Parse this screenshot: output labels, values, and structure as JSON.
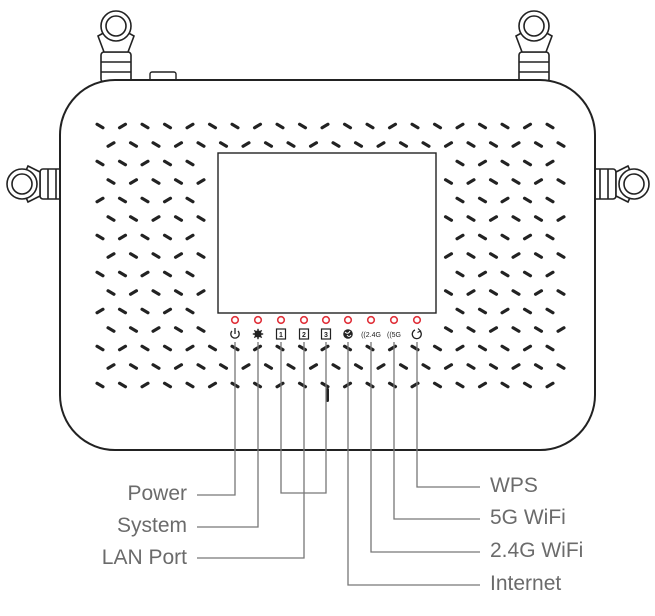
{
  "leds": [
    {
      "id": "power",
      "icon": "power-icon",
      "glyph": "⏻"
    },
    {
      "id": "system",
      "icon": "gear-icon",
      "glyph": "✲"
    },
    {
      "id": "lan1",
      "icon": "lan-port-1-icon",
      "glyph": "1"
    },
    {
      "id": "lan2",
      "icon": "lan-port-2-icon",
      "glyph": "2"
    },
    {
      "id": "lan3",
      "icon": "lan-port-3-icon",
      "glyph": "3"
    },
    {
      "id": "internet",
      "icon": "globe-icon",
      "glyph": ""
    },
    {
      "id": "wifi24",
      "icon": "wifi-2-4g-icon",
      "glyph": "((2.4G"
    },
    {
      "id": "wifi5",
      "icon": "wifi-5g-icon",
      "glyph": "((5G"
    },
    {
      "id": "wps",
      "icon": "wps-icon",
      "glyph": ""
    }
  ],
  "labels": {
    "power": "Power",
    "system": "System",
    "lan_port": "LAN Port",
    "internet": "Internet",
    "wifi_24g": "2.4G WiFi",
    "wifi_5g": "5G WiFi",
    "wps": "WPS"
  },
  "colors": {
    "outline": "#222222",
    "led": "#e0313a",
    "leader": "#777777",
    "label": "#6b6b6b"
  }
}
